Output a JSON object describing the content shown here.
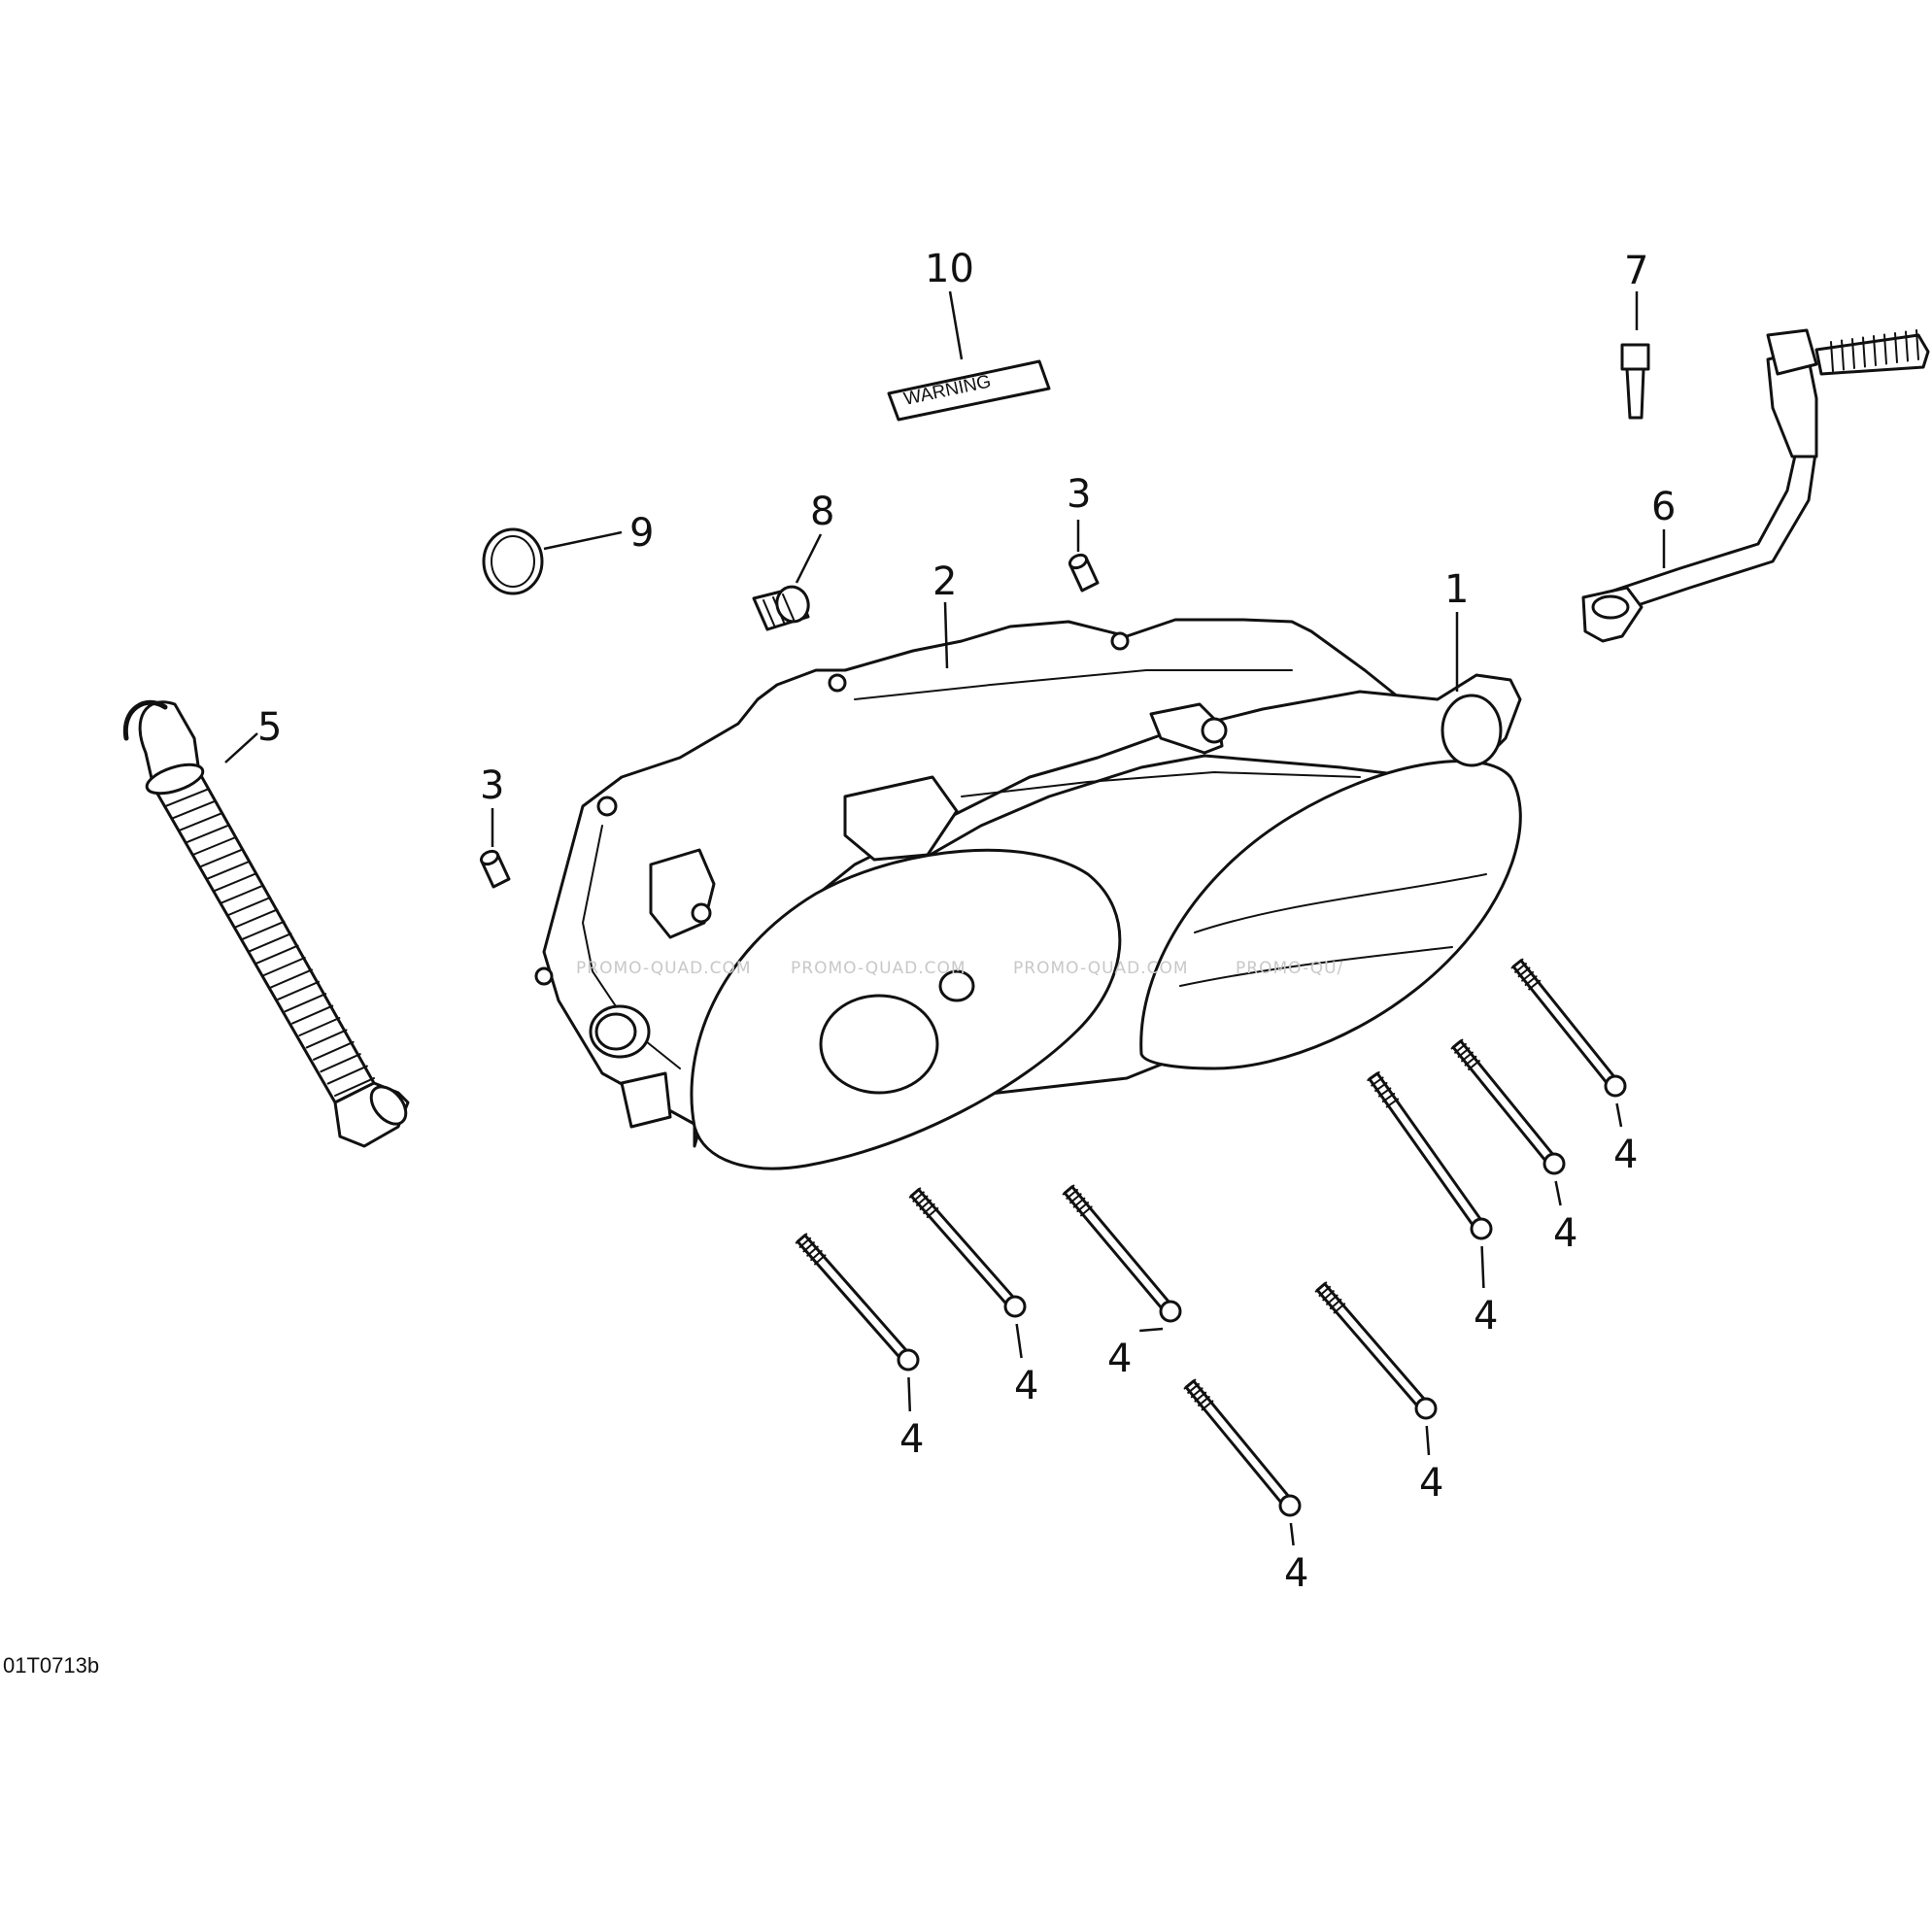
{
  "diagram": {
    "warning_label_text": "WARNING",
    "watermark": [
      "PROMO-QUAD.COM",
      "PROMO-QUAD.COM",
      "PROMO-QUAD.COM",
      "PROMO-QU/"
    ],
    "figure_code": "01T0713b",
    "callouts": {
      "c1": "1",
      "c2": "2",
      "c3a": "3",
      "c3b": "3",
      "c4": "4",
      "c5": "5",
      "c6": "6",
      "c7": "7",
      "c8": "8",
      "c9": "9",
      "c10": "10"
    }
  }
}
